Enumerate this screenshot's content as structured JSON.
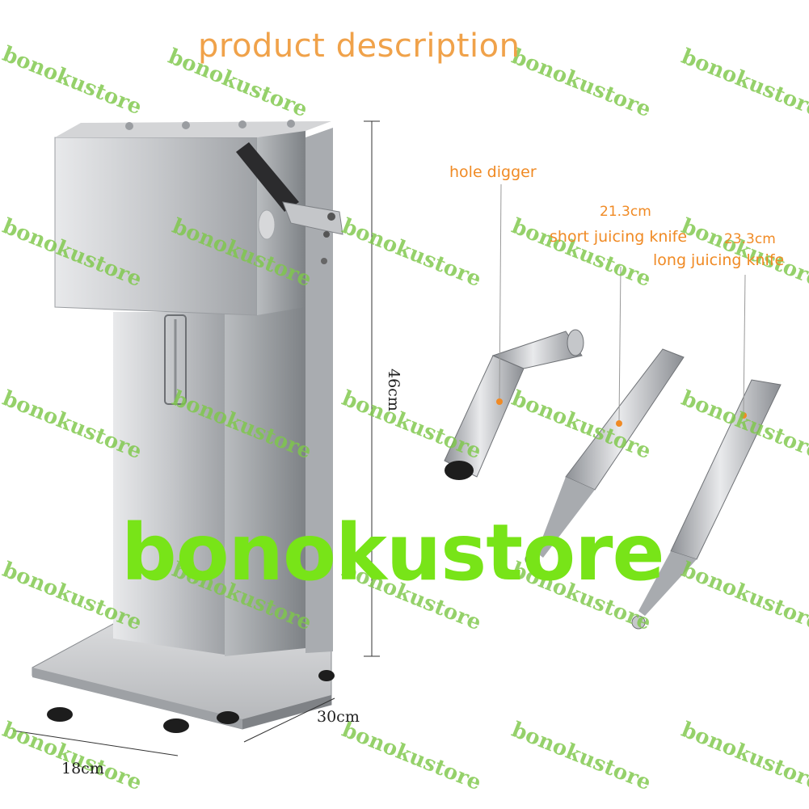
{
  "title": "product description",
  "tools": {
    "hole_digger": "hole digger",
    "short_knife_length": "21.3cm",
    "short_knife": "short juicing knife",
    "long_knife_length": "23.3cm",
    "long_knife": "long juicing knife"
  },
  "dimensions": {
    "height": "46cm",
    "depth": "30cm",
    "width": "18cm"
  },
  "watermark": "bonokustore",
  "colors": {
    "title": "#f0a24a",
    "label": "#f08a24",
    "watermark_small": "#7ec84a",
    "watermark_big": "#78e418",
    "steel": "#c9ccd0"
  }
}
